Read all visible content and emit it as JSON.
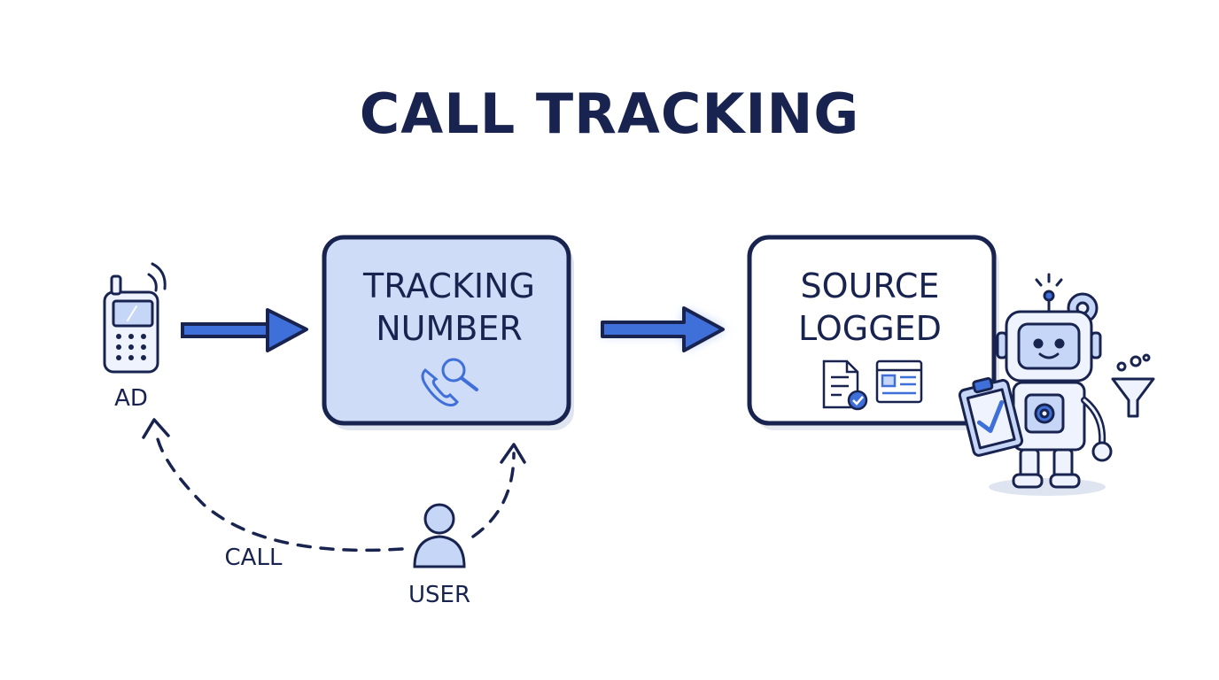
{
  "title": "CALL TRACKING",
  "nodes": {
    "ad": {
      "label": "AD",
      "icon": "mobile-phone-icon"
    },
    "tracking": {
      "line1": "TRACKING",
      "line2": "NUMBER",
      "icon": "phone-search-icon"
    },
    "source": {
      "line1": "SOURCE",
      "line2": "LOGGED",
      "icons": [
        "document-check-icon",
        "browser-window-icon"
      ]
    },
    "user": {
      "label": "USER",
      "icon": "user-icon"
    },
    "robot": {
      "icon": "robot-with-clipboard-icon"
    }
  },
  "edges": {
    "call": {
      "label": "CALL"
    }
  },
  "colors": {
    "ink": "#18244f",
    "accent": "#3f6fd8",
    "box_fill": "#cfdcf8",
    "light": "#dce6fb"
  }
}
